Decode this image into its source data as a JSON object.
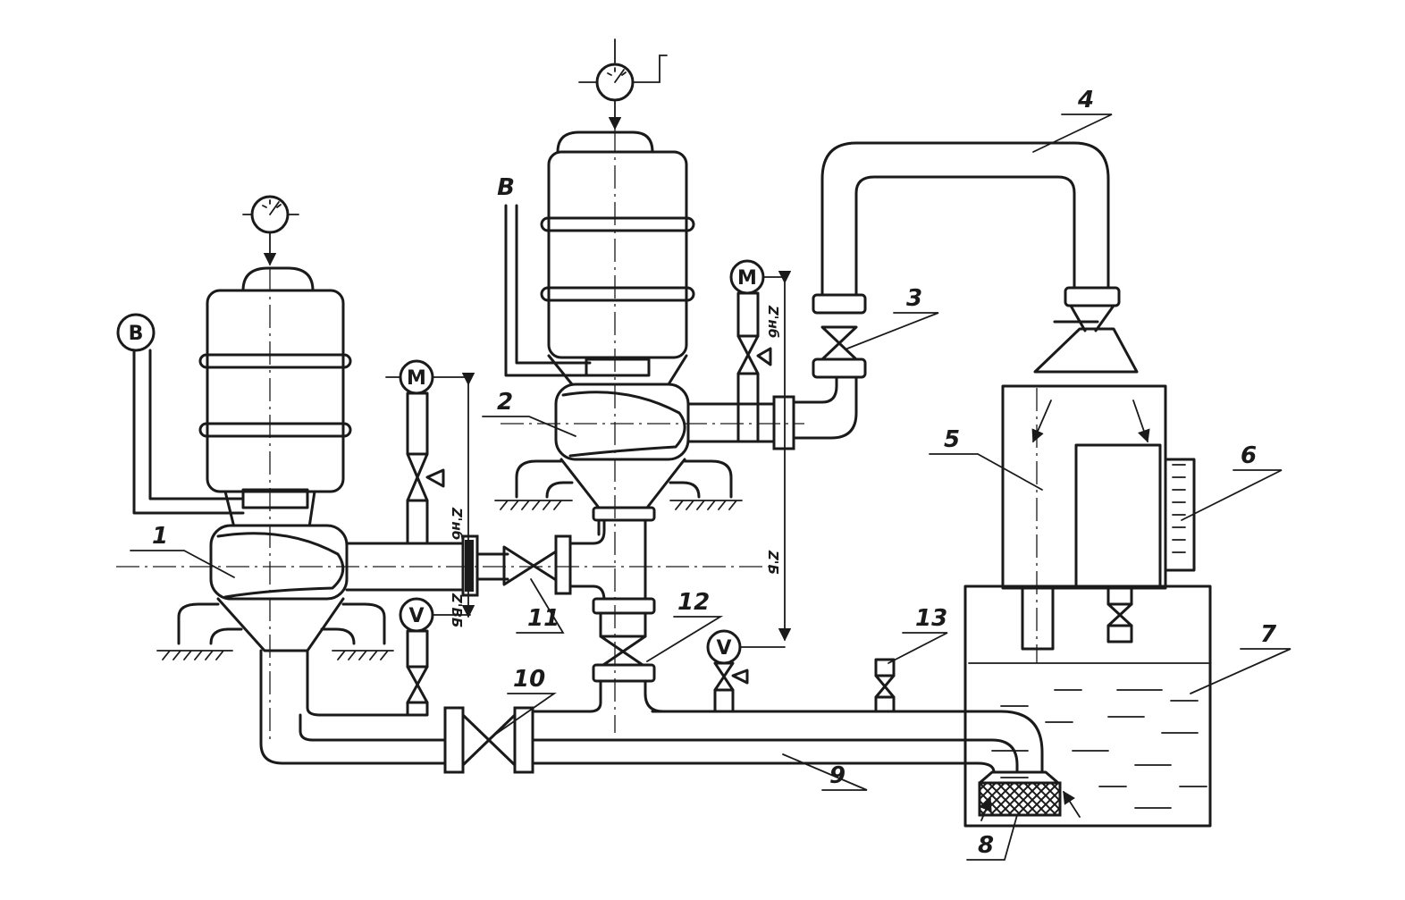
{
  "labels": {
    "l1": "1",
    "l2": "2",
    "l3": "3",
    "l4": "4",
    "l5": "5",
    "l6": "6",
    "l7": "7",
    "l8": "8",
    "l9": "9",
    "l10": "10",
    "l11": "11",
    "l12": "12",
    "l13": "13"
  },
  "instruments": {
    "vacuum_circle_left": "B",
    "vacuum_tag_right": "B",
    "motor_left": "M",
    "motor_right": "M",
    "voltmeter_left": "V",
    "voltmeter_right": "V"
  },
  "dimensions": {
    "left_top": "Z'нб",
    "left_bottom": "Z'ВБ",
    "right_top": "Z'нб",
    "right_middle": "Z'Б"
  },
  "colors": {
    "ink": "#1a1a1a",
    "paper": "#ffffff"
  }
}
